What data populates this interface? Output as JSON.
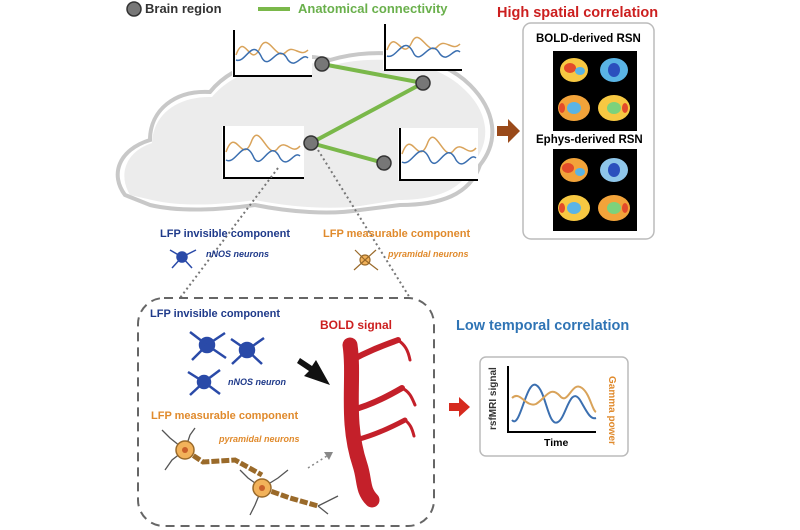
{
  "legend": {
    "brain_region": "Brain region",
    "anatomical_connectivity": "Anatomical connectivity"
  },
  "right_panel": {
    "title": "High spatial correlation",
    "bold_label": "BOLD-derived RSN",
    "ephys_label": "Ephys-derived RSN"
  },
  "top_labels": {
    "lfp_invisible": "LFP invisible component",
    "nnos_neurons": "nNOS neurons",
    "lfp_measurable": "LFP measurable component",
    "pyramidal_neurons": "pyramidal neurons"
  },
  "bottom_box": {
    "lfp_invisible": "LFP invisible component",
    "nnos_neuron": "nNOS neuron",
    "lfp_measurable": "LFP measurable component",
    "pyramidal_neurons": "pyramidal neurons",
    "bold_signal": "BOLD signal"
  },
  "low_corr": {
    "title": "Low temporal correlation",
    "y_left": "rsfMRI signal",
    "y_right": "Gamma power",
    "x_label": "Time"
  },
  "colors": {
    "navy": "#1f3a8a",
    "orange": "#e08a2c",
    "red": "#cc1f1f",
    "green": "#6ab04c",
    "blue_title": "#2f74b5",
    "bold_series": "#3b6fb0",
    "gamma_series": "#d9a35a"
  }
}
